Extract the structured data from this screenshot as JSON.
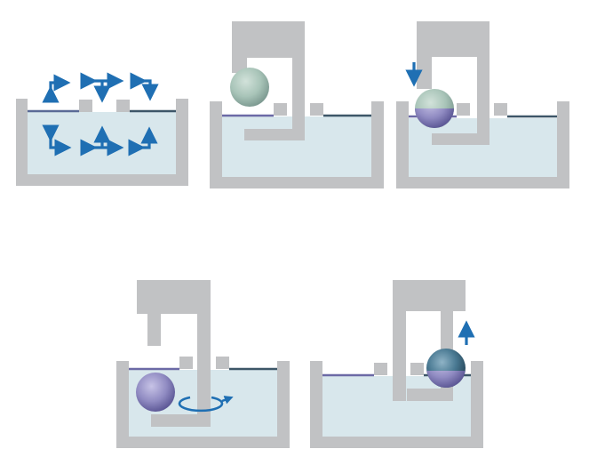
{
  "colors": {
    "frame": "#c1c2c4",
    "liquid": "#d8e7ec",
    "surface_film": "#3d5668",
    "film_violet": "#6c6aa6",
    "arrow": "#1f6fb3",
    "sphere_teal": "#9fbdb0",
    "sphere_violet": "#8c86bd",
    "sphere_dark": "#3e6b84"
  },
  "panels": [
    {
      "step": 1,
      "elements": [
        "trough-walls",
        "barriers",
        "surface-film",
        "direction-arrow-icons"
      ]
    },
    {
      "step": 2,
      "elements": [
        "trough",
        "dipper-arm",
        "sphere-teal"
      ]
    },
    {
      "step": 3,
      "elements": [
        "trough",
        "dipper-arm",
        "sphere-teal-coated-bottom",
        "down-arrow-icon"
      ]
    },
    {
      "step": 4,
      "elements": [
        "trough",
        "dipper-arm",
        "sphere-violet-submerged",
        "rotate-arrow-icon"
      ]
    },
    {
      "step": 5,
      "elements": [
        "trough",
        "dipper-arm",
        "sphere-dark-coated",
        "up-arrow-icon"
      ]
    }
  ]
}
